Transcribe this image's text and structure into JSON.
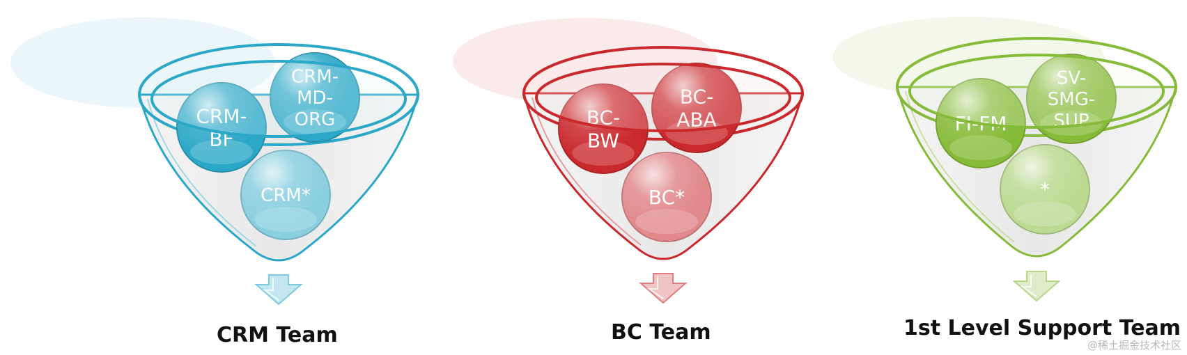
{
  "colors": {
    "blue": "#2ba7c7",
    "red": "#c9282c",
    "green": "#86bb39"
  },
  "funnels": [
    {
      "title": "CRM Team",
      "color": "blue",
      "balls": [
        {
          "lines": [
            "CRM-",
            "BF"
          ]
        },
        {
          "lines": [
            "CRM-",
            "MD-",
            "ORG"
          ]
        },
        {
          "lines": [
            "CRM*"
          ]
        }
      ]
    },
    {
      "title": "BC Team",
      "color": "red",
      "balls": [
        {
          "lines": [
            "BC-",
            "BW"
          ]
        },
        {
          "lines": [
            "BC-",
            "ABA"
          ]
        },
        {
          "lines": [
            "BC*"
          ]
        }
      ]
    },
    {
      "title": "1st Level Support Team",
      "color": "green",
      "balls": [
        {
          "lines": [
            "FI-FM"
          ]
        },
        {
          "lines": [
            "SV-",
            "SMG-",
            "SUP"
          ]
        },
        {
          "lines": [
            "*"
          ]
        }
      ]
    }
  ],
  "watermark": "@稀土掘金技术社区"
}
